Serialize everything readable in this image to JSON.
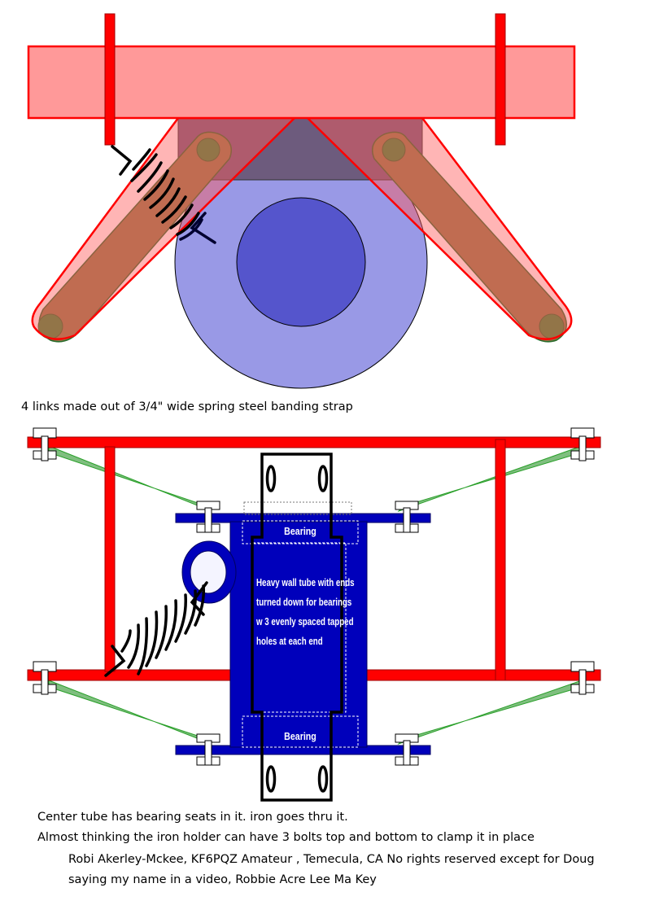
{
  "caption_links": "4 links made out of 3/4\" wide spring steel banding strap",
  "labels": {
    "bearing_top": "Bearing",
    "bearing_bottom": "Bearing",
    "tube_lines": [
      "Heavy wall tube with ends",
      "turned down for bearings",
      "w 3 evenly spaced tapped",
      "holes at each end"
    ]
  },
  "notes": [
    "Center tube has bearing seats in it. iron goes thru it.",
    "Almost thinking the iron holder can have 3 bolts top and bottom to clamp it in place"
  ],
  "credit_lines": [
    "Robi Akerley-Mckee, KF6PQZ Amateur , Temecula, CA No rights reserved except for Doug",
    "saying my name in a video,    Robbie Acre Lee Ma Key"
  ],
  "colors": {
    "frame_red": "#ff0000",
    "beam_pink": "#ff9999",
    "disc_blue": "#9999e6",
    "hub_blue": "#5555cc",
    "tube_blue": "#0000bb",
    "link_olive": "#8c7a4a",
    "pivot_green": "#3a8a3a",
    "strap_green": "#5aaa5a"
  }
}
